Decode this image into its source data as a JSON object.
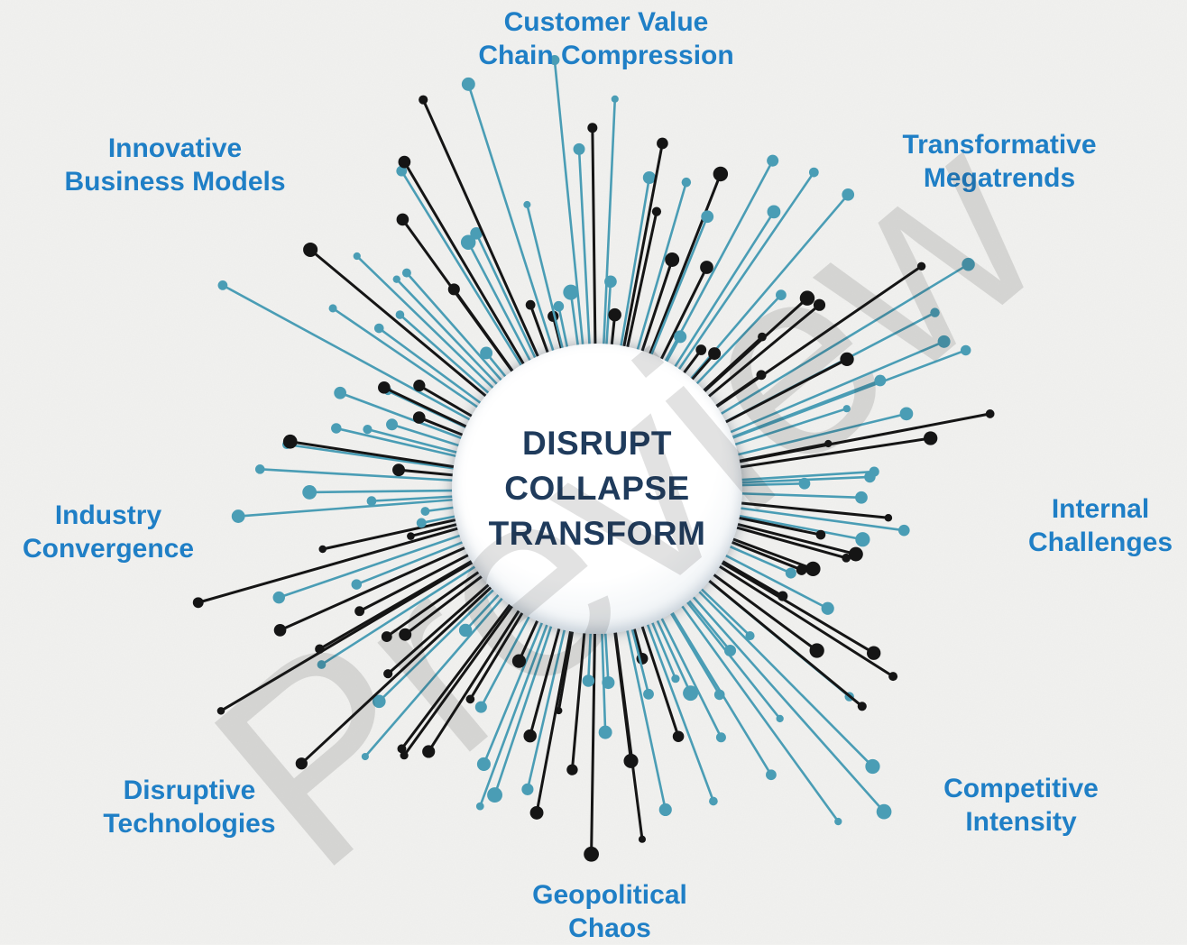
{
  "center": {
    "lines": [
      "DISRUPT",
      "COLLAPSE",
      "TRANSFORM"
    ]
  },
  "labels": {
    "customer_value": [
      "Customer Value",
      "Chain Compression"
    ],
    "innovative": [
      "Innovative",
      "Business Models"
    ],
    "transformative": [
      "Transformative",
      "Megatrends"
    ],
    "industry": [
      "Industry",
      "Convergence"
    ],
    "internal": [
      "Internal",
      "Challenges"
    ],
    "disruptive": [
      "Disruptive",
      "Technologies"
    ],
    "competitive": [
      "Competitive",
      "Intensity"
    ],
    "geopolitical": [
      "Geopolitical",
      "Chaos"
    ]
  },
  "watermark": "Preview",
  "colors": {
    "label": "#1f7fc6",
    "hub_text": "#1f3b5c",
    "ray_dark": "#151515",
    "ray_teal": "#4a9db5",
    "background": "#f1f1ef"
  }
}
